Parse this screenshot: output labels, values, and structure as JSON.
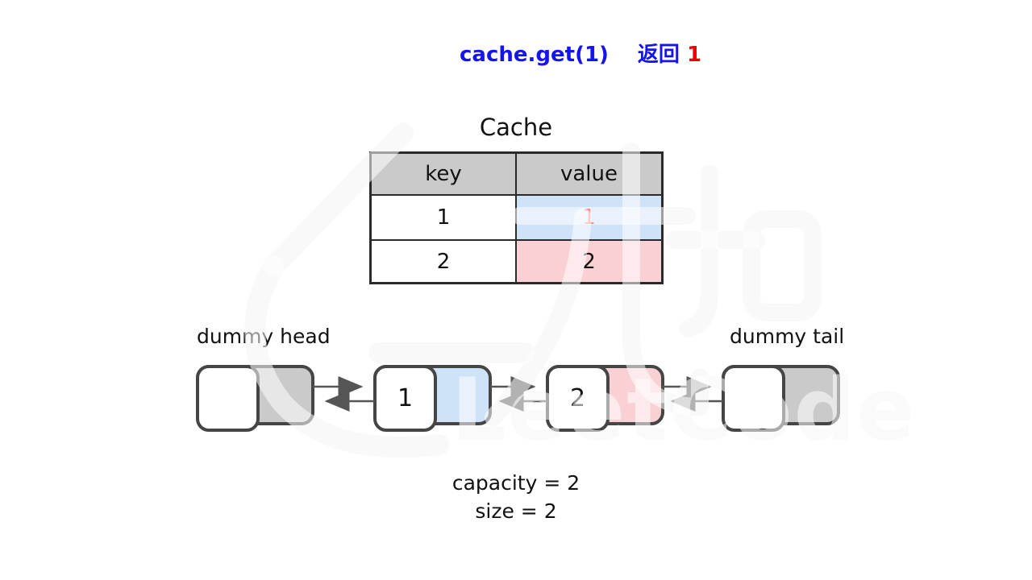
{
  "title": {
    "call": "cache.get(1)",
    "return_label": "返回",
    "return_value": "1"
  },
  "cache_table": {
    "title": "Cache",
    "columns": {
      "key": "key",
      "value": "value"
    },
    "rows": [
      {
        "key": "1",
        "value": "1",
        "value_highlight": "blue",
        "value_text_color": "red"
      },
      {
        "key": "2",
        "value": "2",
        "value_highlight": "pink",
        "value_text_color": "black"
      }
    ]
  },
  "linked_list": {
    "head_label": "dummy head",
    "tail_label": "dummy tail",
    "nodes": [
      {
        "key": "",
        "variant": "gray",
        "role": "dummy-head"
      },
      {
        "key": "1",
        "variant": "blue",
        "role": "node"
      },
      {
        "key": "2",
        "variant": "pink",
        "role": "node"
      },
      {
        "key": "",
        "variant": "gray",
        "role": "dummy-tail"
      }
    ],
    "links": "doubly-linked (forward and backward arrows between adjacent nodes)"
  },
  "footer": {
    "capacity": "capacity = 2",
    "size": "size = 2"
  },
  "watermark": {
    "logo_glyphs": "力扣",
    "brand": "LeetCode"
  },
  "colors": {
    "title_blue": "#1414f0",
    "highlight_red": "#f20000",
    "header_gray": "#cacaca",
    "cell_blue": "#cfe3f8",
    "cell_pink": "#f9d1d5",
    "node_border": "#454545",
    "table_border": "#2a2a2a",
    "arrow": "#555555",
    "watermark_gray": "#f2f2f2"
  }
}
